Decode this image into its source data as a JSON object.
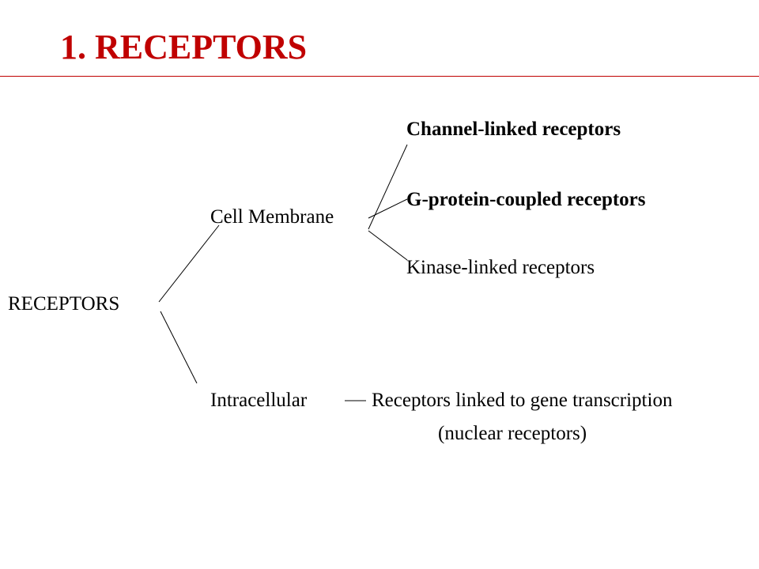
{
  "title": "1. RECEPTORS",
  "colors": {
    "title": "#C00000",
    "rule": "#C00000",
    "text": "#000000",
    "lines": "#000000"
  },
  "tree": {
    "root": "RECEPTORS",
    "cell_membrane": {
      "label": "Cell Membrane",
      "children": [
        "Channel-linked receptors",
        "G-protein-coupled receptors",
        "Kinase-linked receptors"
      ]
    },
    "intracellular": {
      "label": "Intracellular",
      "child": "Receptors linked to gene transcription",
      "child_note": "(nuclear receptors)"
    }
  }
}
